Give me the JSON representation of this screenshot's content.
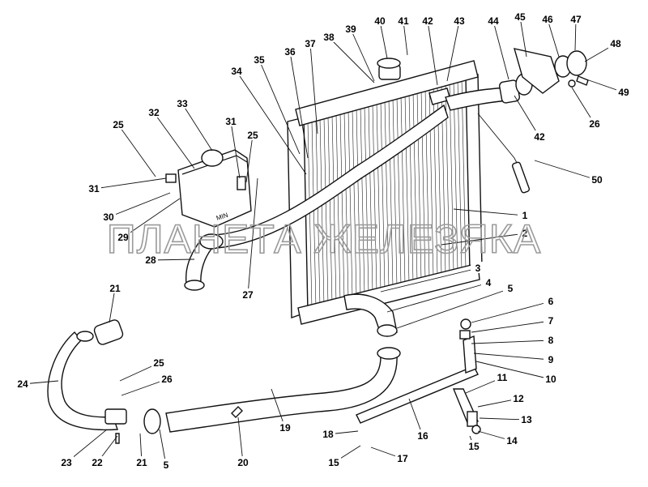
{
  "watermark": "ПЛАНЕТА ЖЕЛЕЗЯКА",
  "tank_label": "MIN",
  "callouts": [
    "1",
    "2",
    "3",
    "4",
    "5",
    "6",
    "7",
    "8",
    "9",
    "10",
    "11",
    "12",
    "13",
    "14",
    "15",
    "15",
    "16",
    "17",
    "18",
    "19",
    "20",
    "21",
    "21",
    "22",
    "23",
    "24",
    "25",
    "25",
    "26",
    "26",
    "27",
    "28",
    "29",
    "30",
    "31",
    "31",
    "32",
    "33",
    "34",
    "35",
    "36",
    "37",
    "38",
    "39",
    "40",
    "41",
    "42",
    "42",
    "43",
    "44",
    "45",
    "46",
    "47",
    "48",
    "49",
    "50",
    "5",
    "25"
  ]
}
